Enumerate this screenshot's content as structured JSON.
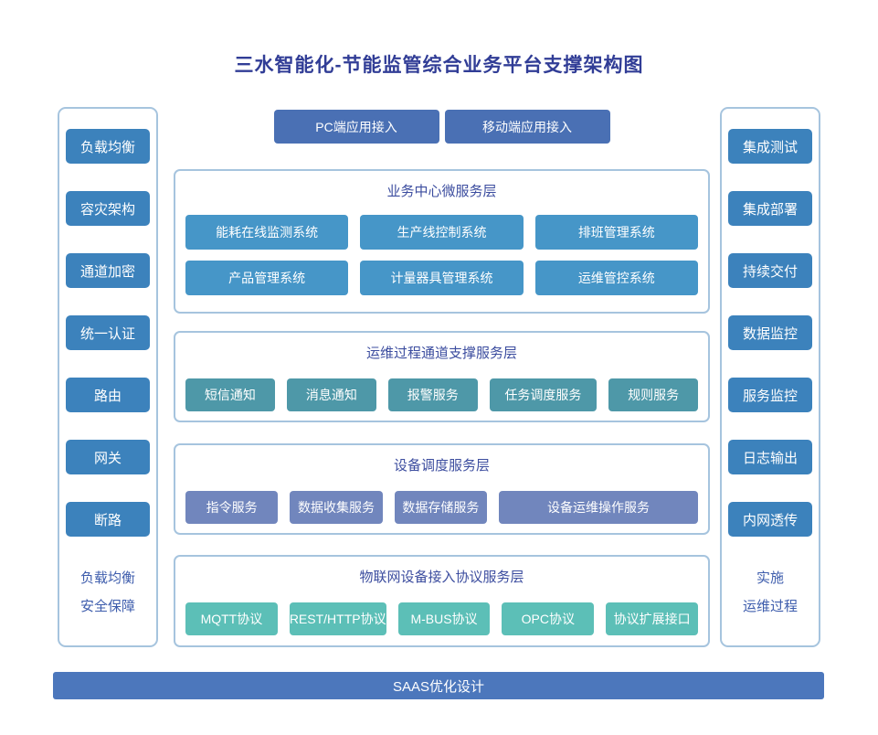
{
  "title": "三水智能化-节能监管综合业务平台支撑架构图",
  "colors": {
    "title_text": "#313D96",
    "section_header_text": "#3C4D9F",
    "panel_border": "#A6C4DE",
    "sidebar_button": "#3C82BC",
    "layer1_button": "#4696C8",
    "layer2_button": "#4E98A8",
    "layer3_button": "#7186BD",
    "layer4_button": "#5CBFB7",
    "access_button": "#4A70B4",
    "bottom_bar": "#4C77BC",
    "footer_text": "#3D5CAC",
    "button_text": "#FFFFFF"
  },
  "left_panel": {
    "items": [
      "负载均衡",
      "容灾架构",
      "通道加密",
      "统一认证",
      "路由",
      "网关",
      "断路"
    ],
    "footer_lines": [
      "负载均衡",
      "安全保障"
    ]
  },
  "right_panel": {
    "items": [
      "集成测试",
      "集成部署",
      "持续交付",
      "数据监控",
      "服务监控",
      "日志输出",
      "内网透传"
    ],
    "footer_lines": [
      "实施",
      "运维过程"
    ]
  },
  "top_buttons": [
    "PC端应用接入",
    "移动端应用接入"
  ],
  "layers": [
    {
      "title": "业务中心微服务层",
      "rows": [
        [
          "能耗在线监测系统",
          "生产线控制系统",
          "排班管理系统"
        ],
        [
          "产品管理系统",
          "计量器具管理系统",
          "运维管控系统"
        ]
      ]
    },
    {
      "title": "运维过程通道支撑服务层",
      "rows": [
        [
          "短信通知",
          "消息通知",
          "报警服务",
          "任务调度服务",
          "规则服务"
        ]
      ]
    },
    {
      "title": "设备调度服务层",
      "rows": [
        [
          "指令服务",
          "数据收集服务",
          "数据存储服务",
          "设备运维操作服务"
        ]
      ]
    },
    {
      "title": "物联网设备接入协议服务层",
      "rows": [
        [
          "MQTT协议",
          "REST/HTTP协议",
          "M-BUS协议",
          "OPC协议",
          "协议扩展接口"
        ]
      ]
    }
  ],
  "bottom_bar": "SAAS优化设计"
}
